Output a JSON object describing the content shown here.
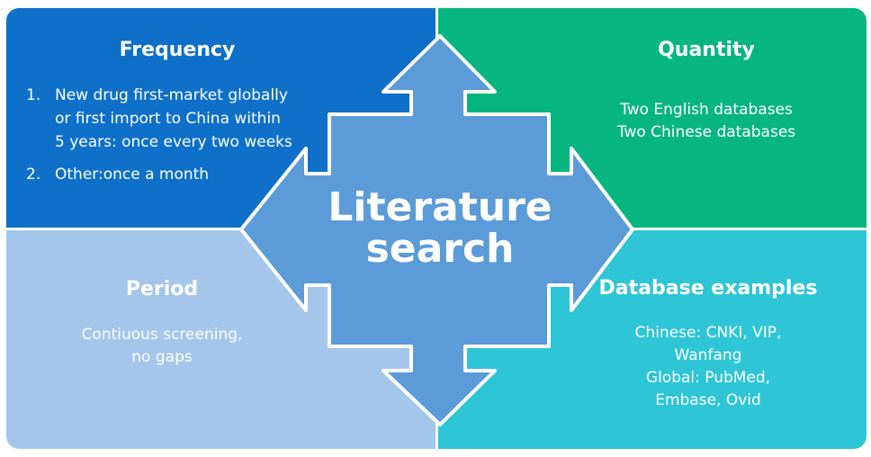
{
  "center": {
    "line1": "Literature",
    "line2": "search"
  },
  "frequency": {
    "title": "Frequency",
    "items": [
      {
        "number": "1.",
        "lines": [
          "New drug first-market globally",
          "or first import to China within",
          "5 years: once every two weeks"
        ]
      },
      {
        "number": "2.",
        "lines": [
          "Other:once a month"
        ]
      }
    ]
  },
  "quantity": {
    "title": "Quantity",
    "lines": [
      "Two English databases",
      "Two Chinese databases"
    ]
  },
  "period": {
    "title": "Period",
    "lines": [
      "Contiuous screening,",
      "no gaps"
    ]
  },
  "database": {
    "title": "Database examples",
    "lines": [
      "Chinese: CNKI, VIP,",
      "Wanfang",
      "Global: PubMed,",
      "Embase, Ovid"
    ]
  },
  "colors": {
    "frequency_bg": "#0e70c9",
    "quantity_bg": "#07b57f",
    "period_bg": "#a4c6eb",
    "database_bg": "#2ec5d6",
    "arrow_fill": "#5b9bd8",
    "arrow_stroke": "#ffffff"
  }
}
